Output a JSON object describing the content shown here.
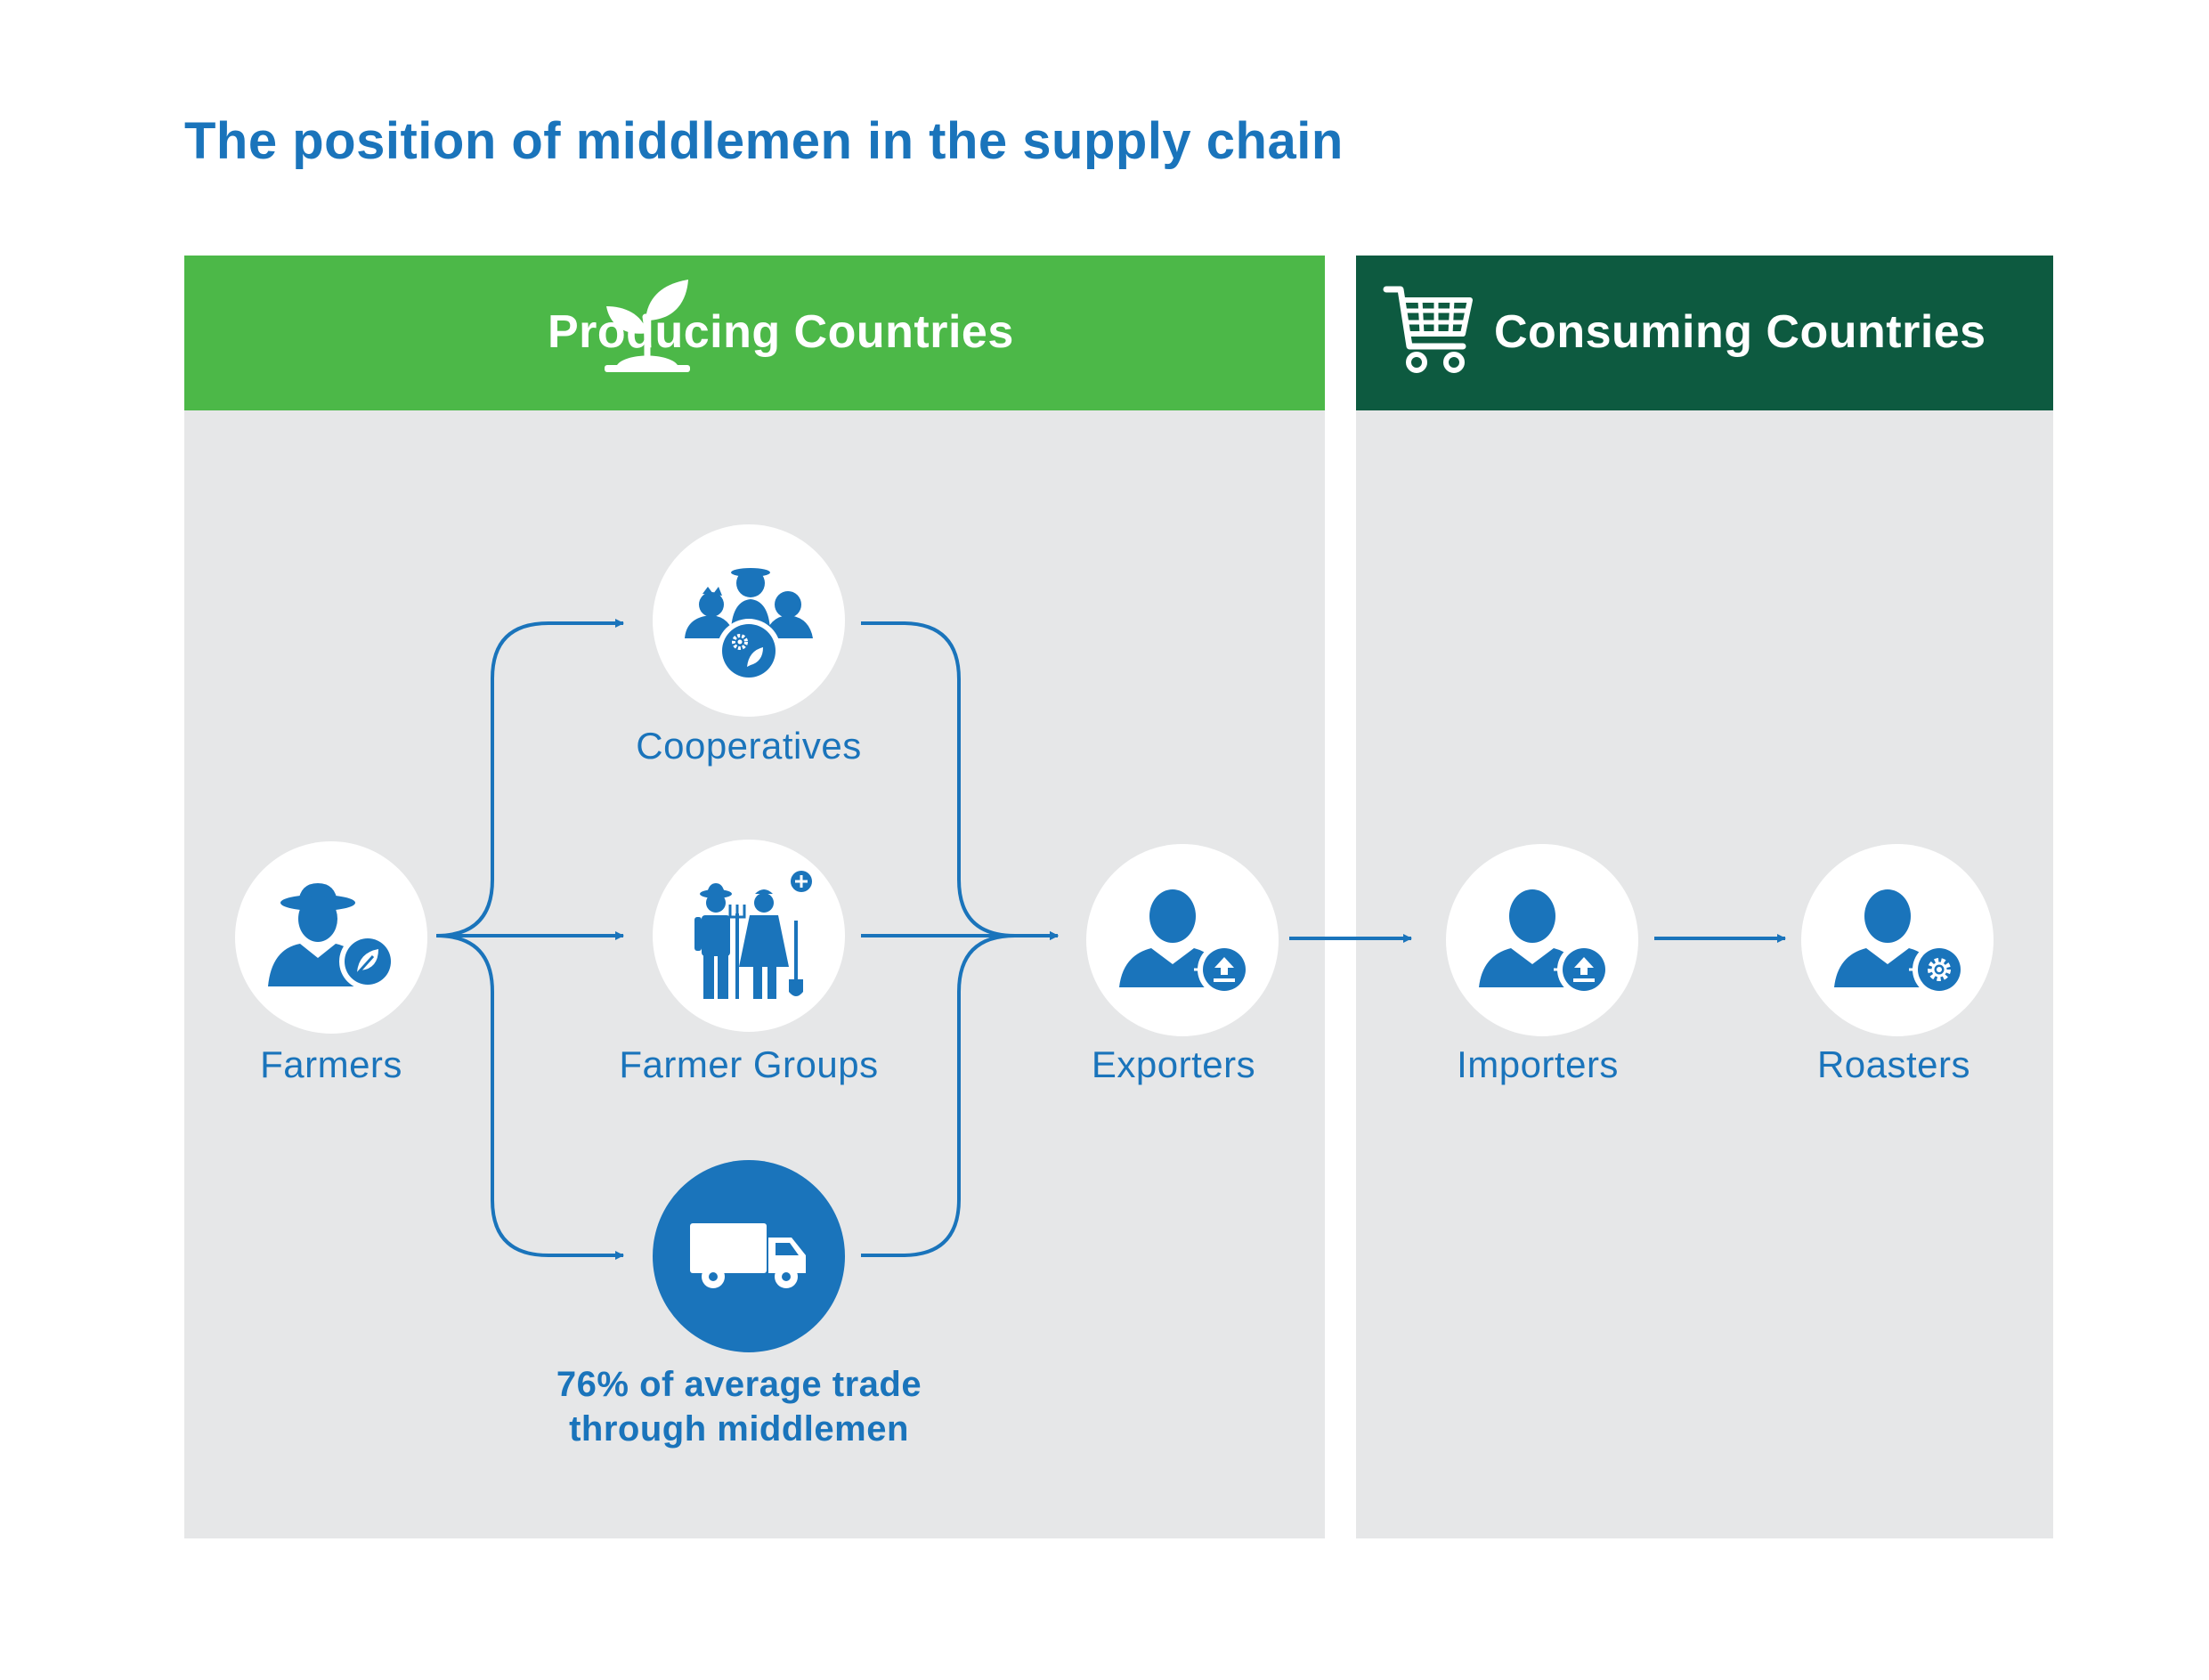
{
  "title": "The position of middlemen in the supply chain",
  "colors": {
    "title": "#1a74bb",
    "producing_header": "#4cb848",
    "consuming_header": "#0d5a40",
    "panel_background": "#e6e7e8",
    "node_icon": "#1a74bb",
    "connector": "#1a74bb"
  },
  "panels": {
    "producing": {
      "label": "Producing Countries",
      "icon": "sprout-icon"
    },
    "consuming": {
      "label": "Consuming Countries",
      "icon": "shopping-cart-icon"
    }
  },
  "nodes": {
    "farmers": {
      "label": "Farmers",
      "icon": "farmer-leaf-icon"
    },
    "cooperatives": {
      "label": "Cooperatives",
      "icon": "cooperative-group-icon"
    },
    "farmer_groups": {
      "label": "Farmer Groups",
      "icon": "farmer-couple-icon"
    },
    "middlemen": {
      "label_line1": "76% of average trade",
      "label_line2": "through middlemen",
      "icon": "truck-icon"
    },
    "exporters": {
      "label": "Exporters",
      "icon": "person-upload-icon"
    },
    "importers": {
      "label": "Importers",
      "icon": "person-upload-icon"
    },
    "roasters": {
      "label": "Roasters",
      "icon": "person-gear-icon"
    }
  }
}
